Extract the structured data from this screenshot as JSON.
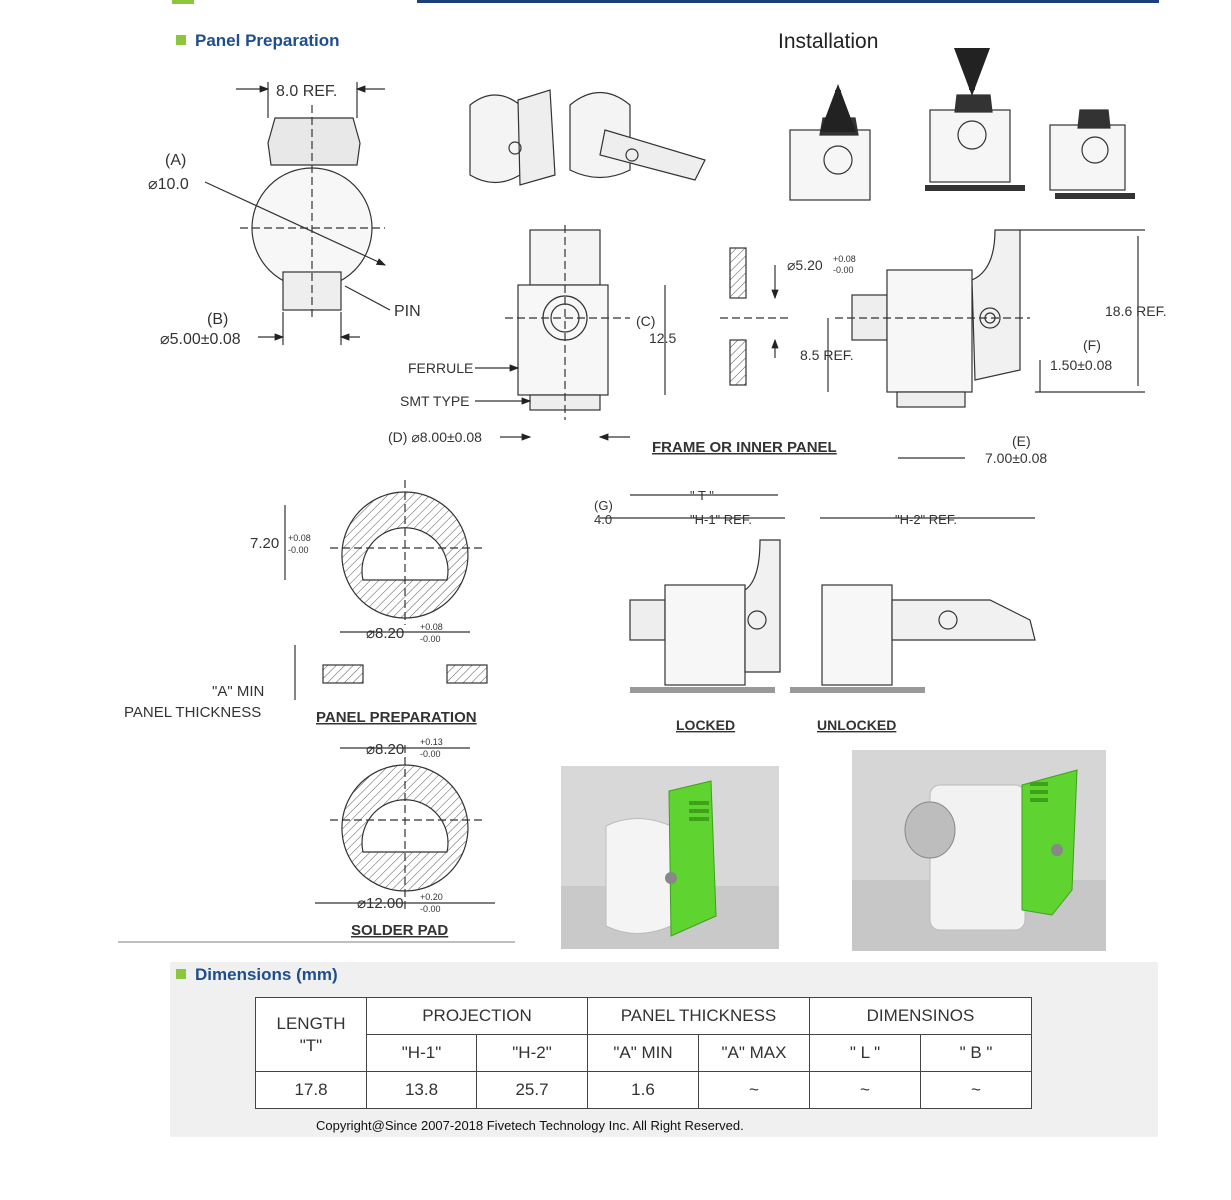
{
  "section1": {
    "title": "Panel Preparation"
  },
  "installation": {
    "title": "Installation"
  },
  "drawing": {
    "dim_8_ref": "8.0 REF.",
    "dim_a": "(A)",
    "dim_a_val": "⌀10.0",
    "dim_b": "(B)",
    "dim_b_val": "⌀5.00±0.08",
    "pin": "PIN",
    "phi520": "⌀5.20",
    "tol_plus_08": "+0.08",
    "tol_minus_00": "-0.00",
    "dim_c": "(C)",
    "dim_c_val": "12.5",
    "ferrule": "FERRULE",
    "smt_type": "SMT TYPE",
    "dim_d": "(D) ⌀8.00±0.08",
    "frame_inner": "FRAME OR INNER PANEL",
    "ref_186": "18.6 REF.",
    "ref_85": "8.5 REF.",
    "dim_f": "(F)",
    "dim_f_val": "1.50±0.08",
    "dim_e": "(E)",
    "dim_e_val": "7.00±0.08",
    "dim_720": "7.20",
    "dim_820": "⌀8.20",
    "a_min": "\"A\" MIN",
    "panel_thickness": "PANEL THICKNESS",
    "panel_preparation": "PANEL PREPARATION",
    "tol_plus_13": "+0.13",
    "dim_1200": "⌀12.00",
    "tol_plus_20": "+0.20",
    "solder_pad": "SOLDER PAD",
    "dim_g": "(G)",
    "dim_g_val": "4.0",
    "dim_t": "\" T \"",
    "dim_h1": "\"H-1\" REF.",
    "dim_h2": "\"H-2\" REF.",
    "locked": "LOCKED",
    "unlocked": "UNLOCKED"
  },
  "section2": {
    "title": "Dimensions (mm)"
  },
  "table": {
    "h_length": "LENGTH",
    "h_t": "\"T\"",
    "h_projection": "PROJECTION",
    "h_panel": "PANEL THICKNESS",
    "h_dims": "DIMENSINOS",
    "sub": [
      "\"H-1\"",
      "\"H-2\"",
      "\"A\" MIN",
      "\"A\" MAX",
      "\" L \"",
      "\" B \""
    ],
    "row": [
      "17.8",
      "13.8",
      "25.7",
      "1.6",
      "~",
      "~",
      "~"
    ]
  },
  "footer": {
    "copyright": "Copyright@Since 2007-2018 Fivetech Technology Inc. All Right Reserved."
  },
  "colors": {
    "accent_green": "#8cc63f",
    "title_blue": "#1f4e8c",
    "latch_green": "#5fd330"
  }
}
